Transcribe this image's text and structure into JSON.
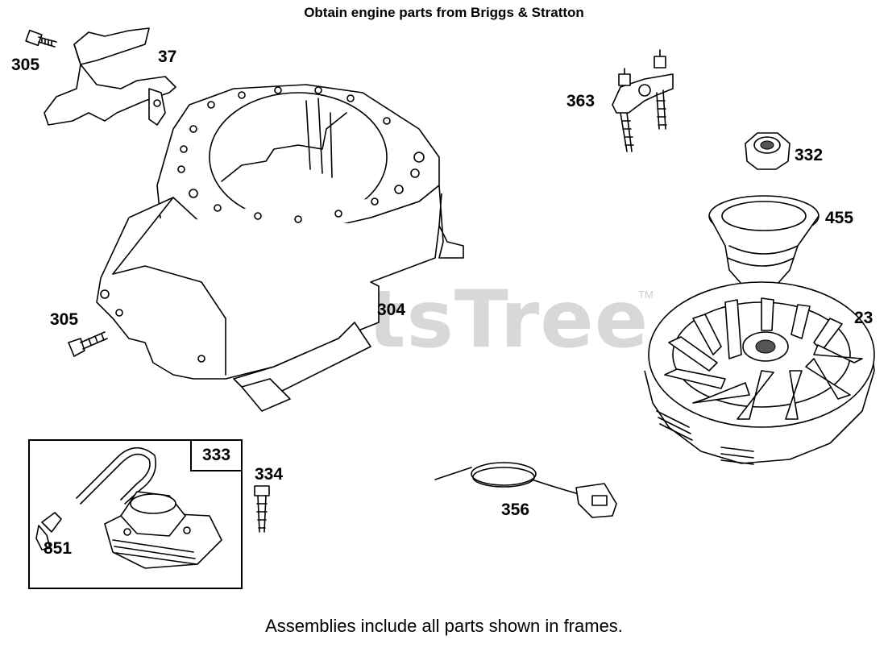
{
  "header": {
    "title": "Obtain engine parts from Briggs & Stratton"
  },
  "footer": {
    "note": "Assemblies include all parts shown in frames."
  },
  "watermark": {
    "brand": "PartsTree",
    "tm": "TM"
  },
  "callouts": {
    "p305a": "305",
    "p37": "37",
    "p305b": "305",
    "p304": "304",
    "p363": "363",
    "p332": "332",
    "p455": "455",
    "p23": "23",
    "p333": "333",
    "p334": "334",
    "p851": "851",
    "p356": "356"
  }
}
